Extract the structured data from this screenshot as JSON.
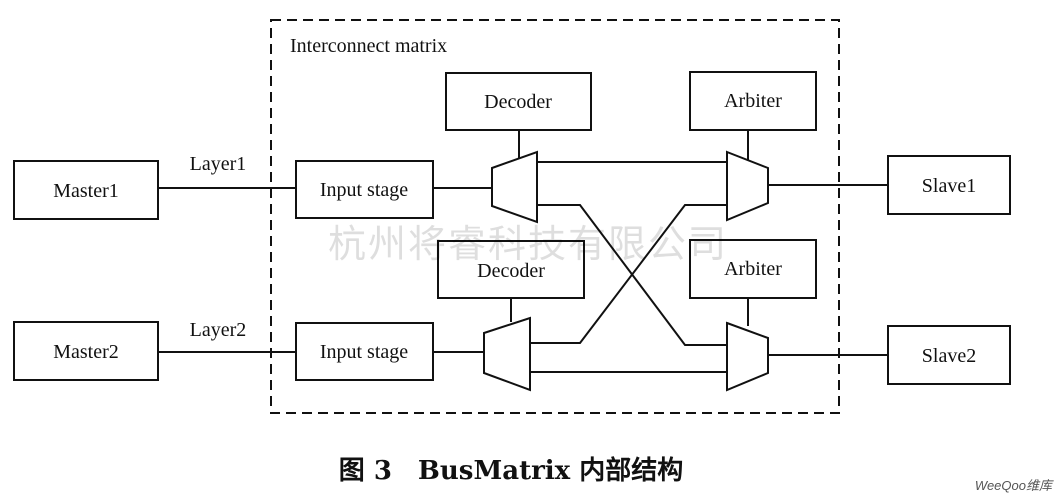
{
  "region": {
    "label": "Interconnect matrix"
  },
  "masters": [
    {
      "label": "Master1",
      "layer": "Layer1"
    },
    {
      "label": "Master2",
      "layer": "Layer2"
    }
  ],
  "input_stages": [
    "Input stage",
    "Input stage"
  ],
  "decoders": [
    "Decoder",
    "Decoder"
  ],
  "arbiters": [
    "Arbiter",
    "Arbiter"
  ],
  "slaves": [
    "Slave1",
    "Slave2"
  ],
  "watermark": "杭州将睿科技有限公司",
  "caption": "图 3　BusMatrix 内部结构",
  "logo": "WeeQoo维库"
}
